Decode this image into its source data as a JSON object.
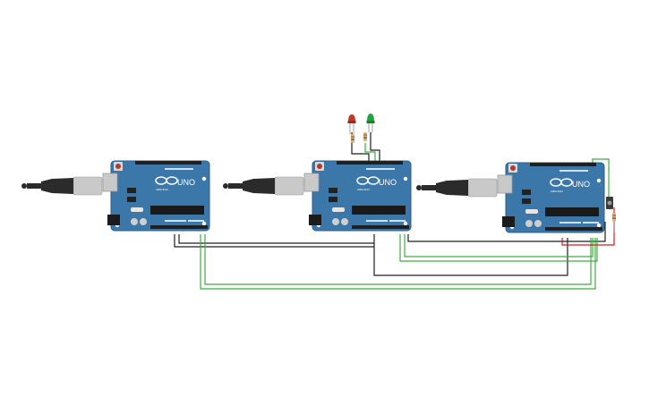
{
  "boards": [
    {
      "model": "UNO",
      "brand": "ARDUINO"
    },
    {
      "model": "UNO",
      "brand": "ARDUINO"
    },
    {
      "model": "UNO",
      "brand": "ARDUINO"
    }
  ],
  "colors": {
    "board": "#3b77a8",
    "board_edge": "#2c5d86",
    "wire_green": "#3fae3f",
    "wire_black": "#1e1e1e",
    "wire_red": "#d21f1f",
    "led_red": "#c0392b",
    "led_green": "#27a33c",
    "usb_plug": "#2b2b2b",
    "usb_metal": "#c9c9c9"
  },
  "icons": [
    "arduino-logo-icon",
    "usb-plug-icon",
    "led-icon",
    "resistor-icon",
    "pushbutton-icon"
  ]
}
